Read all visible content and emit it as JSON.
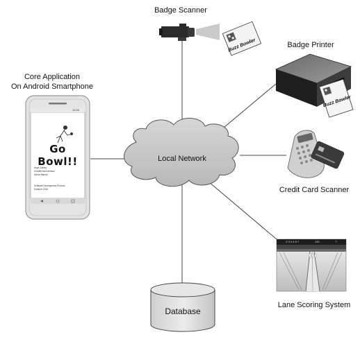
{
  "labels": {
    "badge_scanner": "Badge Scanner",
    "badge_printer": "Badge Printer",
    "core_app_line1": "Core Application",
    "core_app_line2": "On Android Smartphone",
    "local_network": "Local Network",
    "credit_card_scanner": "Credit Card Scanner",
    "lane_scoring": "Lane Scoring System",
    "database": "Database"
  },
  "badge_text": "Buzz Bowler",
  "phone": {
    "title": "Go Bowl!!",
    "names": [
      "Anya Gallery",
      "Charles McGuinness",
      "Arthur Warner"
    ],
    "course": "Software Development Process",
    "term": "Summer 2016",
    "time": "12:00"
  },
  "lane_display": {
    "header": [
      "2 3 4 5 6 7",
      "120",
      "7"
    ]
  },
  "colors": {
    "line": "#444444",
    "cloud_fill": "#c8c8c8",
    "cloud_stroke": "#555555",
    "db_fill": "#d9d9d9",
    "device_dark": "#2b2b2b"
  }
}
